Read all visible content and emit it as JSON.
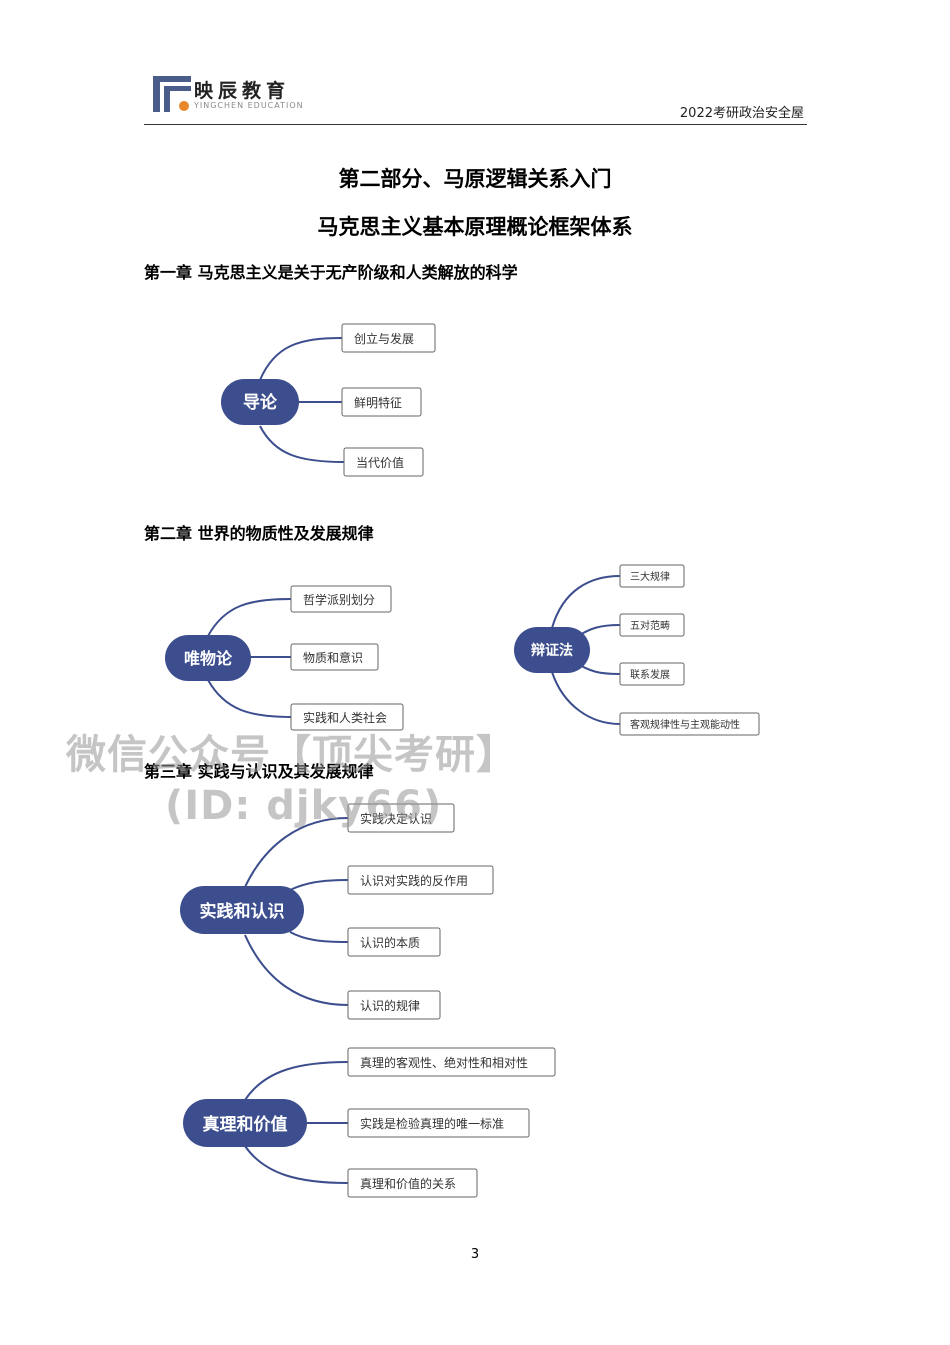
{
  "header": {
    "brand_name": "映辰教育",
    "brand_sub": "YINGCHEN   EDUCATION",
    "doc_tag": "2022考研政治安全屋"
  },
  "title": {
    "part": "第二部分、马原逻辑关系入门",
    "system": "马克思主义基本原理概论框架体系"
  },
  "chapters": [
    "第一章  马克思主义是关于无产阶级和人类解放的科学",
    "第二章  世界的物质性及发展规律",
    "第三章  实践与认识及其发展规律"
  ],
  "maps": {
    "intro": {
      "root": "导论",
      "children": [
        "创立与发展",
        "鲜明特征",
        "当代价值"
      ]
    },
    "materialism": {
      "root": "唯物论",
      "children": [
        "哲学派别划分",
        "物质和意识",
        "实践和人类社会"
      ]
    },
    "dialectics": {
      "root": "辩证法",
      "children": [
        "三大规律",
        "五对范畴",
        "联系发展",
        "客观规律性与主观能动性"
      ]
    },
    "practice": {
      "root": "实践和认识",
      "children": [
        "实践决定认识",
        "认识对实践的反作用",
        "认识的本质",
        "认识的规律"
      ]
    },
    "truth": {
      "root": "真理和价值",
      "children": [
        "真理的客观性、绝对性和相对性",
        "实践是检验真理的唯一标准",
        "真理和价值的关系"
      ]
    }
  },
  "watermark": {
    "line1": "微信公众号【顶尖考研】",
    "line2": "(ID: djky66)"
  },
  "page_number": "3",
  "colors": {
    "node_fill": "#3c4e8e",
    "line": "#3c4e8e",
    "box_border": "#555555"
  }
}
